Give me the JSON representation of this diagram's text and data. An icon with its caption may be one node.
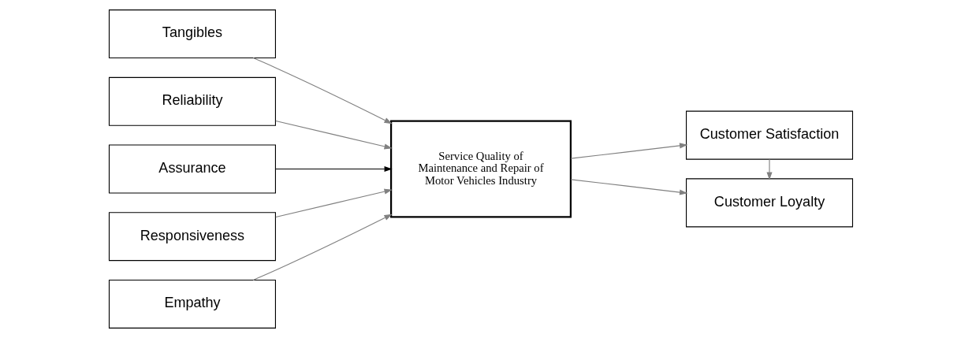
{
  "diagram": {
    "nodes": [
      {
        "text": [
          "Tangibles"
        ]
      },
      {
        "text": [
          "Reliability"
        ]
      },
      {
        "text": [
          "Assurance"
        ]
      },
      {
        "text": [
          "Responsiveness"
        ]
      },
      {
        "text": [
          "Empathy"
        ]
      },
      {
        "text": [
          "Service Quality of Maintenance and Repair of Motor Vehicles Industry"
        ]
      },
      {
        "text": [
          "Customer Satisfaction"
        ]
      },
      {
        "text": [
          "Customer Loyalty"
        ]
      }
    ],
    "edges": [
      {
        "from": 0,
        "to": 5,
        "arrow": "to"
      },
      {
        "from": 1,
        "to": 5,
        "arrow": "to"
      },
      {
        "from": 2,
        "to": 5,
        "arrow": "to",
        "color": "#000000"
      },
      {
        "from": 3,
        "to": 5,
        "arrow": "to"
      },
      {
        "from": 4,
        "to": 5,
        "arrow": "to"
      },
      {
        "from": 5,
        "to": 6,
        "arrow": "to"
      },
      {
        "from": 5,
        "to": 7,
        "arrow": "to"
      },
      {
        "from": 6,
        "to": 7,
        "arrow": "to"
      }
    ]
  }
}
